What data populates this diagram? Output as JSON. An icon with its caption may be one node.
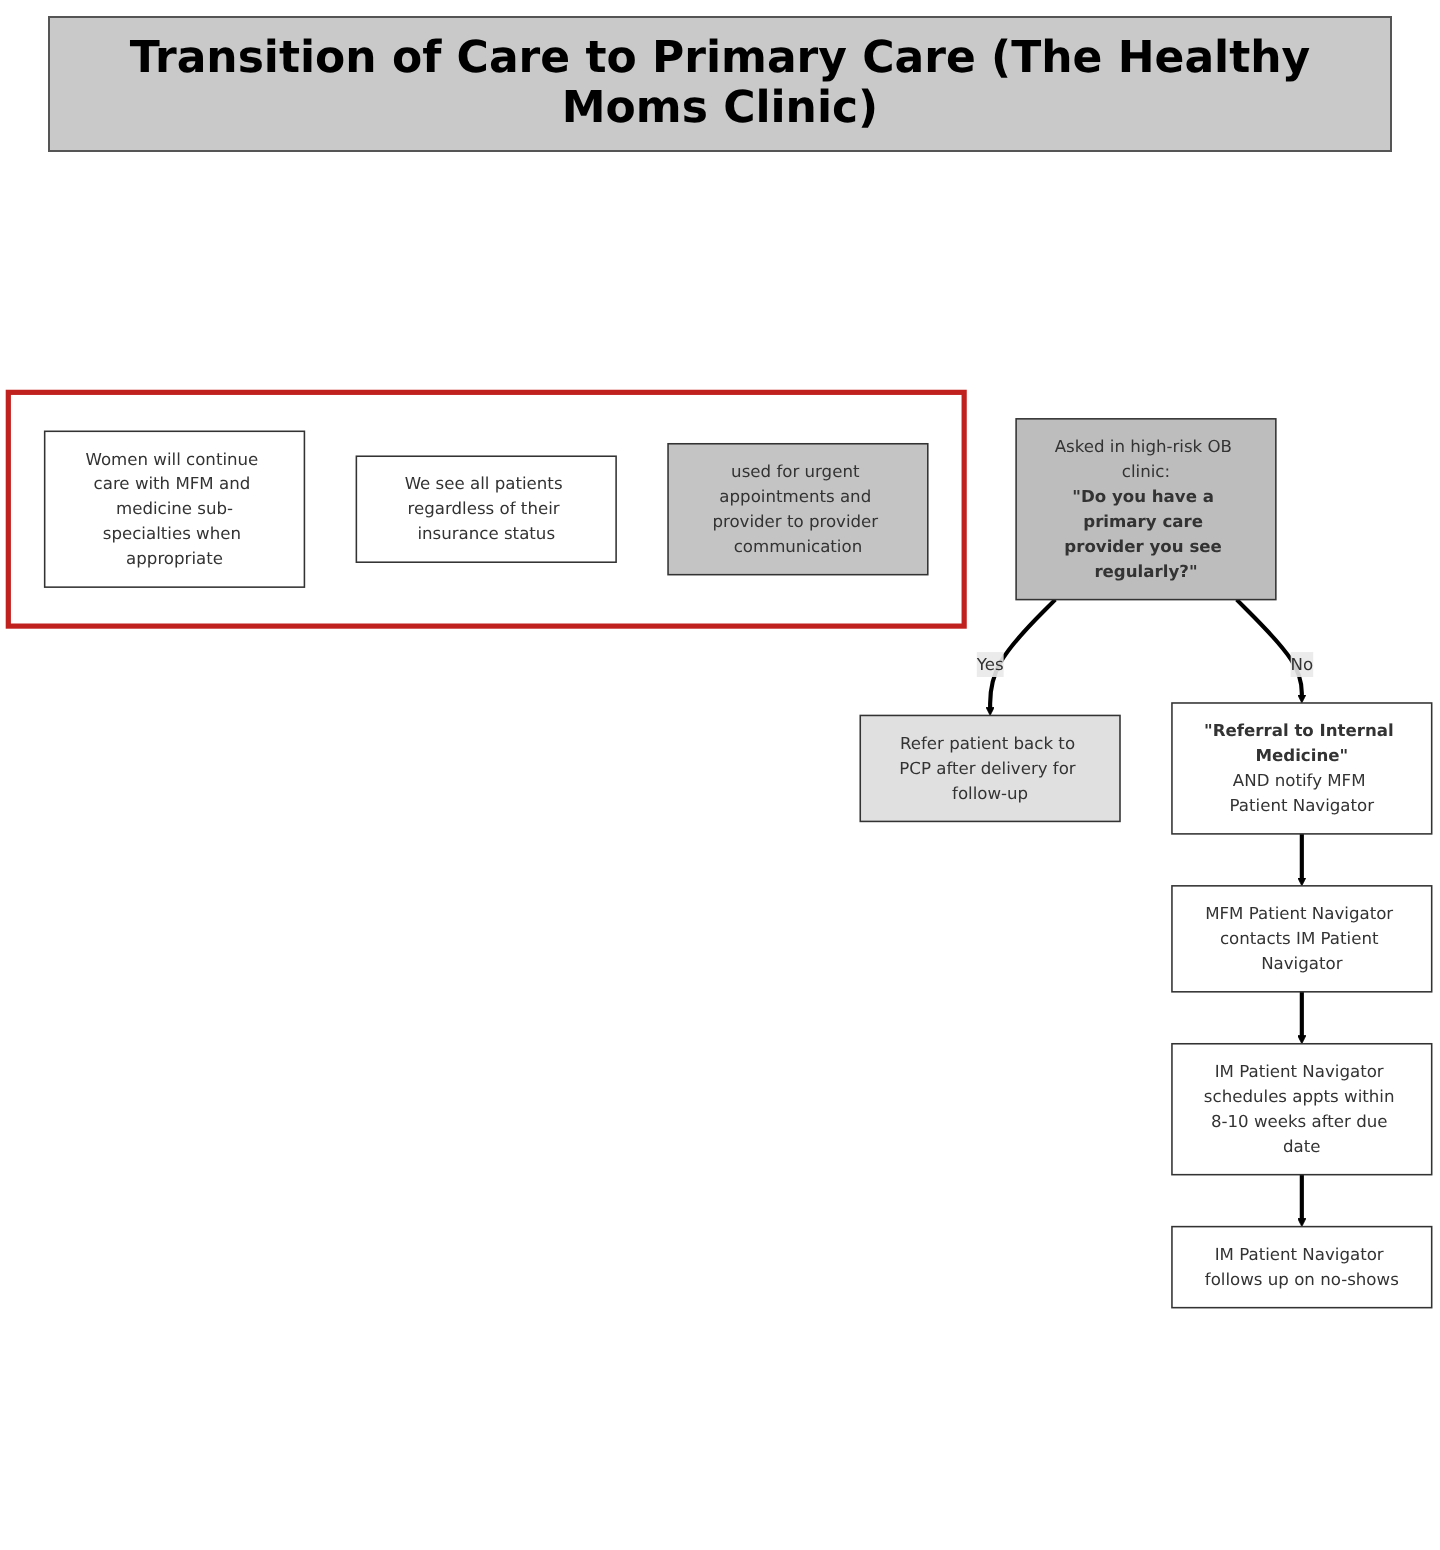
{
  "diagram": {
    "title": "Transition of Care to Primary Care (The Healthy Moms Clinic)",
    "nodes": [
      {
        "text": [
          "Asked in high-risk OB clinic:",
          "\"Do you have a primary care provider you see regularly?\""
        ]
      },
      {
        "text": [
          "Refer patient back to PCP after delivery for follow-up"
        ]
      },
      {
        "text": [
          "\"Referral to Internal Medicine\"",
          "AND notify MFM Patient Navigator"
        ]
      },
      {
        "text": [
          "MFM Patient Navigator contacts IM Patient Navigator"
        ]
      },
      {
        "text": [
          "IM Patient Navigator schedules appts within 8-10 weeks after due date"
        ]
      },
      {
        "text": [
          "IM Patient Navigator follows up on no-shows"
        ]
      },
      {
        "text": [],
        "shape": "box"
      },
      {
        "text": [
          "Women will continue care with MFM and medicine sub-specialties when appropriate"
        ],
        "in": 6
      },
      {
        "text": [
          "We see all patients regardless of their insurance status"
        ],
        "in": 6
      },
      {
        "text": [
          "used for urgent appointments and provider to provider communication"
        ],
        "in": 6
      }
    ],
    "edges": [
      {
        "from": 0,
        "to": 1,
        "arrow": "to",
        "label": "Yes"
      },
      {
        "from": 0,
        "to": 2,
        "arrow": "to",
        "label": "No"
      },
      {
        "from": 2,
        "to": 3,
        "arrow": "to"
      },
      {
        "from": 3,
        "to": 4,
        "arrow": "to"
      },
      {
        "from": 4,
        "to": 5,
        "arrow": "to"
      }
    ]
  }
}
